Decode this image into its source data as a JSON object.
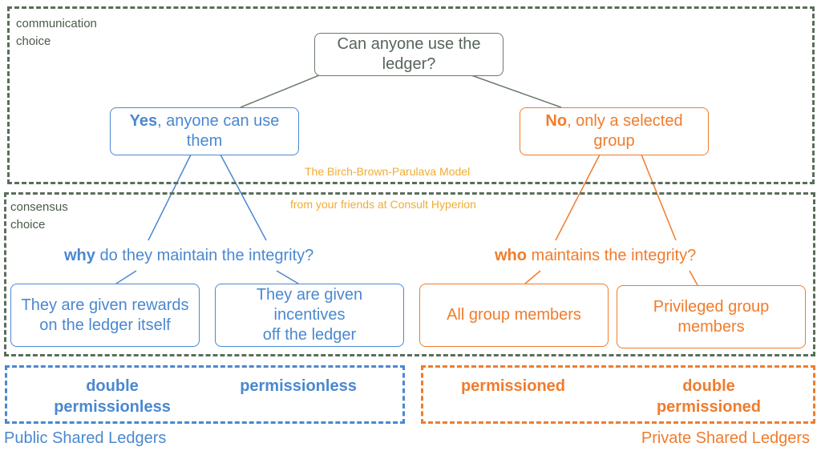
{
  "zones": {
    "communication": "communication\nchoice",
    "consensus": "consensus\nchoice"
  },
  "root": {
    "text": "Can anyone use the ledger?"
  },
  "yes_node": {
    "bold": "Yes",
    "rest": ", anyone can use them"
  },
  "no_node": {
    "bold": "No",
    "rest": ", only a selected group"
  },
  "credits": {
    "model": "The Birch-Brown-Parulava Model",
    "friends": "from your friends at Consult Hyperion"
  },
  "why_question": {
    "bold": "why",
    "rest": " do they maintain the integrity?"
  },
  "who_question": {
    "bold": "who",
    "rest": " maintains the integrity?"
  },
  "leaves": {
    "rewards": "They are given rewards\non the ledger itself",
    "incentives": "They are given incentives\noff the ledger",
    "all_members": "All group members",
    "privileged": "Privileged group members"
  },
  "results": {
    "double_permissionless": "double\npermissionless",
    "permissionless": "permissionless",
    "permissioned": "permissioned",
    "double_permissioned": "double\npermissioned"
  },
  "footers": {
    "public": "Public Shared Ledgers",
    "private": "Private Shared Ledgers"
  },
  "colors": {
    "public": "#4a88d0",
    "private": "#f07c2c",
    "neutral": "#56655a",
    "credit": "#f0ac32"
  }
}
